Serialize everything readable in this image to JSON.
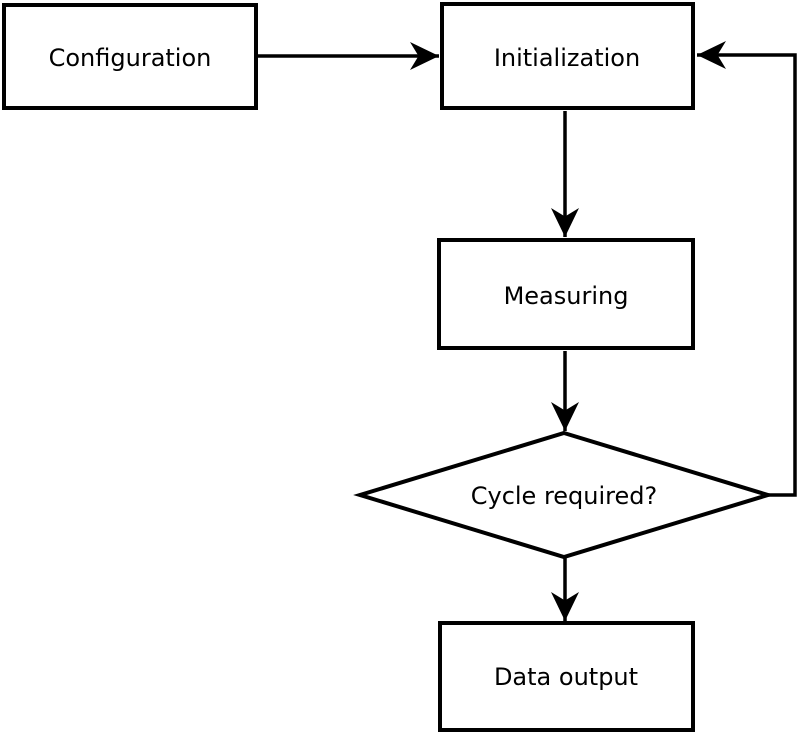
{
  "colors": {
    "stroke": "#000000",
    "fill": "#ffffff",
    "text": "#000000",
    "background": "#ffffff"
  },
  "nodes": {
    "configuration": {
      "label": "Configuration",
      "shape": "rectangle"
    },
    "initialization": {
      "label": "Initialization",
      "shape": "rectangle"
    },
    "measuring": {
      "label": "Measuring",
      "shape": "rectangle"
    },
    "cycle_required": {
      "label": "Cycle required?",
      "shape": "diamond"
    },
    "data_output": {
      "label": "Data output",
      "shape": "rectangle"
    }
  },
  "edges": [
    {
      "from": "configuration",
      "to": "initialization"
    },
    {
      "from": "initialization",
      "to": "measuring"
    },
    {
      "from": "measuring",
      "to": "cycle_required"
    },
    {
      "from": "cycle_required",
      "to": "data_output"
    },
    {
      "from": "cycle_required",
      "to": "initialization"
    }
  ]
}
